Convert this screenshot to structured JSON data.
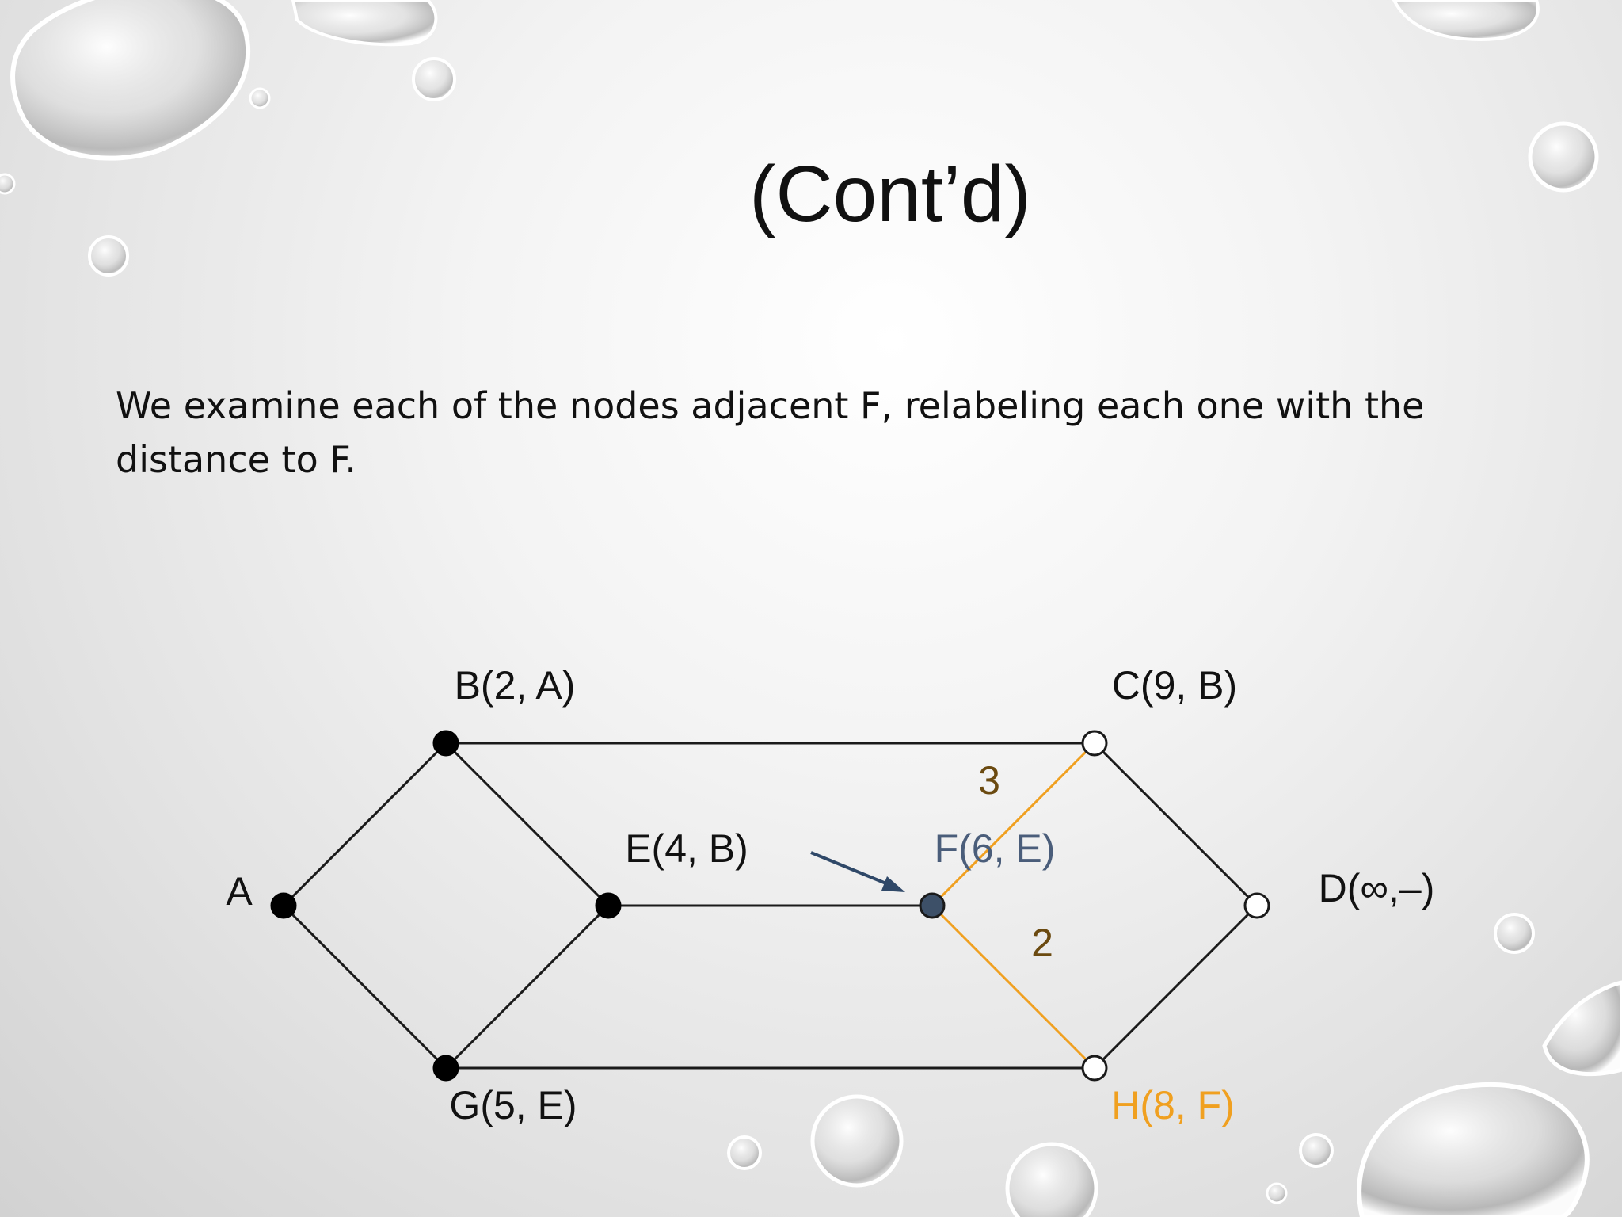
{
  "slide": {
    "title": "(Cont’d)",
    "body": "We examine each of the nodes adjacent F, relabeling each one with the distance to F."
  },
  "colors": {
    "edge": "#1a1a1a",
    "highlight_edge": "#f0a020",
    "visited_node": "#000000",
    "current_node": "#3d5068",
    "unvisited_fill": "#ffffff",
    "label": "#111111",
    "current_label": "#4a5d7a",
    "highlight_label": "#f0a020",
    "weight_label": "#6b4a10",
    "arrow": "#2f4868"
  },
  "graph": {
    "nodes": {
      "A": {
        "label": "A",
        "state": "visited"
      },
      "B": {
        "label": "B(2, A)",
        "state": "visited"
      },
      "E": {
        "label": "E(4, B)",
        "state": "visited"
      },
      "G": {
        "label": "G(5, E)",
        "state": "visited"
      },
      "F": {
        "label": "F(6, E)",
        "state": "current"
      },
      "C": {
        "label": "C(9, B)",
        "state": "unvisited"
      },
      "H": {
        "label": "H(8, F)",
        "state": "unvisited-updated"
      },
      "D": {
        "label": "D(∞,–)",
        "state": "unvisited"
      }
    },
    "edges": [
      {
        "from": "A",
        "to": "B",
        "highlight": false
      },
      {
        "from": "A",
        "to": "G",
        "highlight": false
      },
      {
        "from": "B",
        "to": "E",
        "highlight": false
      },
      {
        "from": "G",
        "to": "E",
        "highlight": false
      },
      {
        "from": "B",
        "to": "C",
        "highlight": false
      },
      {
        "from": "G",
        "to": "H",
        "highlight": false
      },
      {
        "from": "E",
        "to": "F",
        "highlight": false
      },
      {
        "from": "F",
        "to": "C",
        "highlight": true,
        "weight": "3"
      },
      {
        "from": "F",
        "to": "H",
        "highlight": true,
        "weight": "2"
      },
      {
        "from": "C",
        "to": "D",
        "highlight": false
      },
      {
        "from": "H",
        "to": "D",
        "highlight": false
      }
    ]
  }
}
